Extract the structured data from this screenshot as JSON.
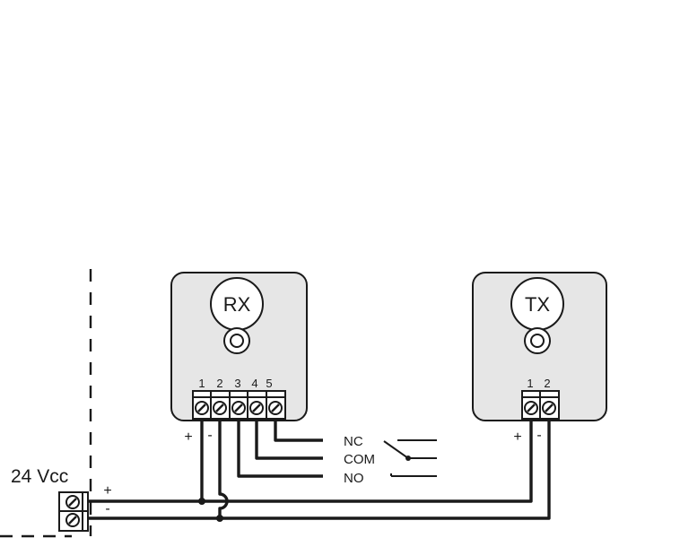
{
  "rx": {
    "label": "RX",
    "terminals": [
      "1",
      "2",
      "3",
      "4",
      "5"
    ],
    "polarity": {
      "plus": "+",
      "minus": "-"
    }
  },
  "tx": {
    "label": "TX",
    "terminals": [
      "1",
      "2"
    ],
    "polarity": {
      "plus": "+",
      "minus": "-"
    }
  },
  "contacts": {
    "nc": "NC",
    "com": "COM",
    "no": "NO"
  },
  "supply": {
    "label": "24 Vcc",
    "polarity": {
      "plus": "+",
      "minus": "-"
    }
  }
}
